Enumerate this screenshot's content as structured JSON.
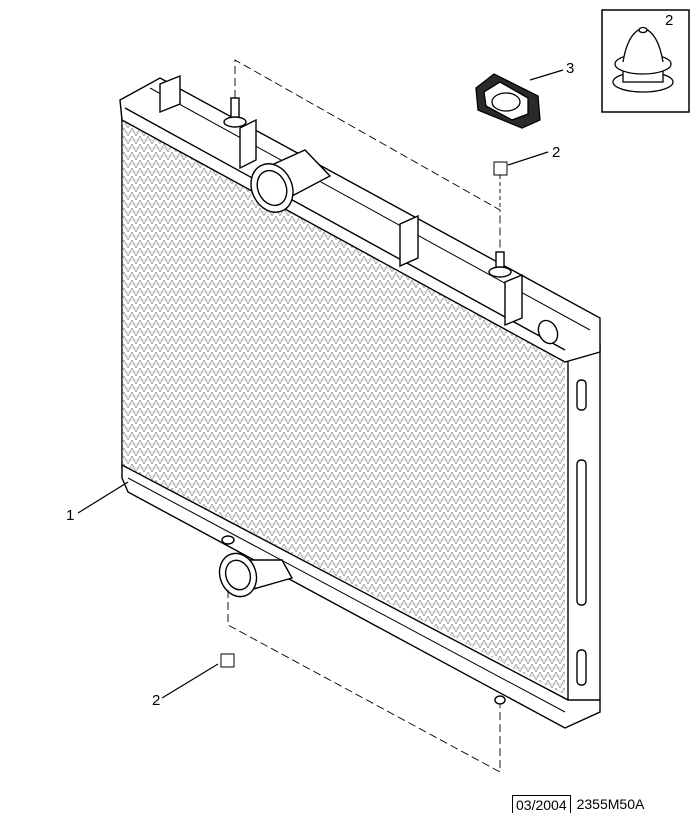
{
  "callouts": {
    "radiator": "1",
    "lower_plug": "2",
    "upper_plug": "2",
    "inset_plug": "2",
    "clip": "3"
  },
  "footer": {
    "date": "03/2004",
    "reference": "2355M50A"
  },
  "colors": {
    "line": "#000000",
    "core_hatch": "#8a8a8a",
    "background": "#ffffff"
  }
}
